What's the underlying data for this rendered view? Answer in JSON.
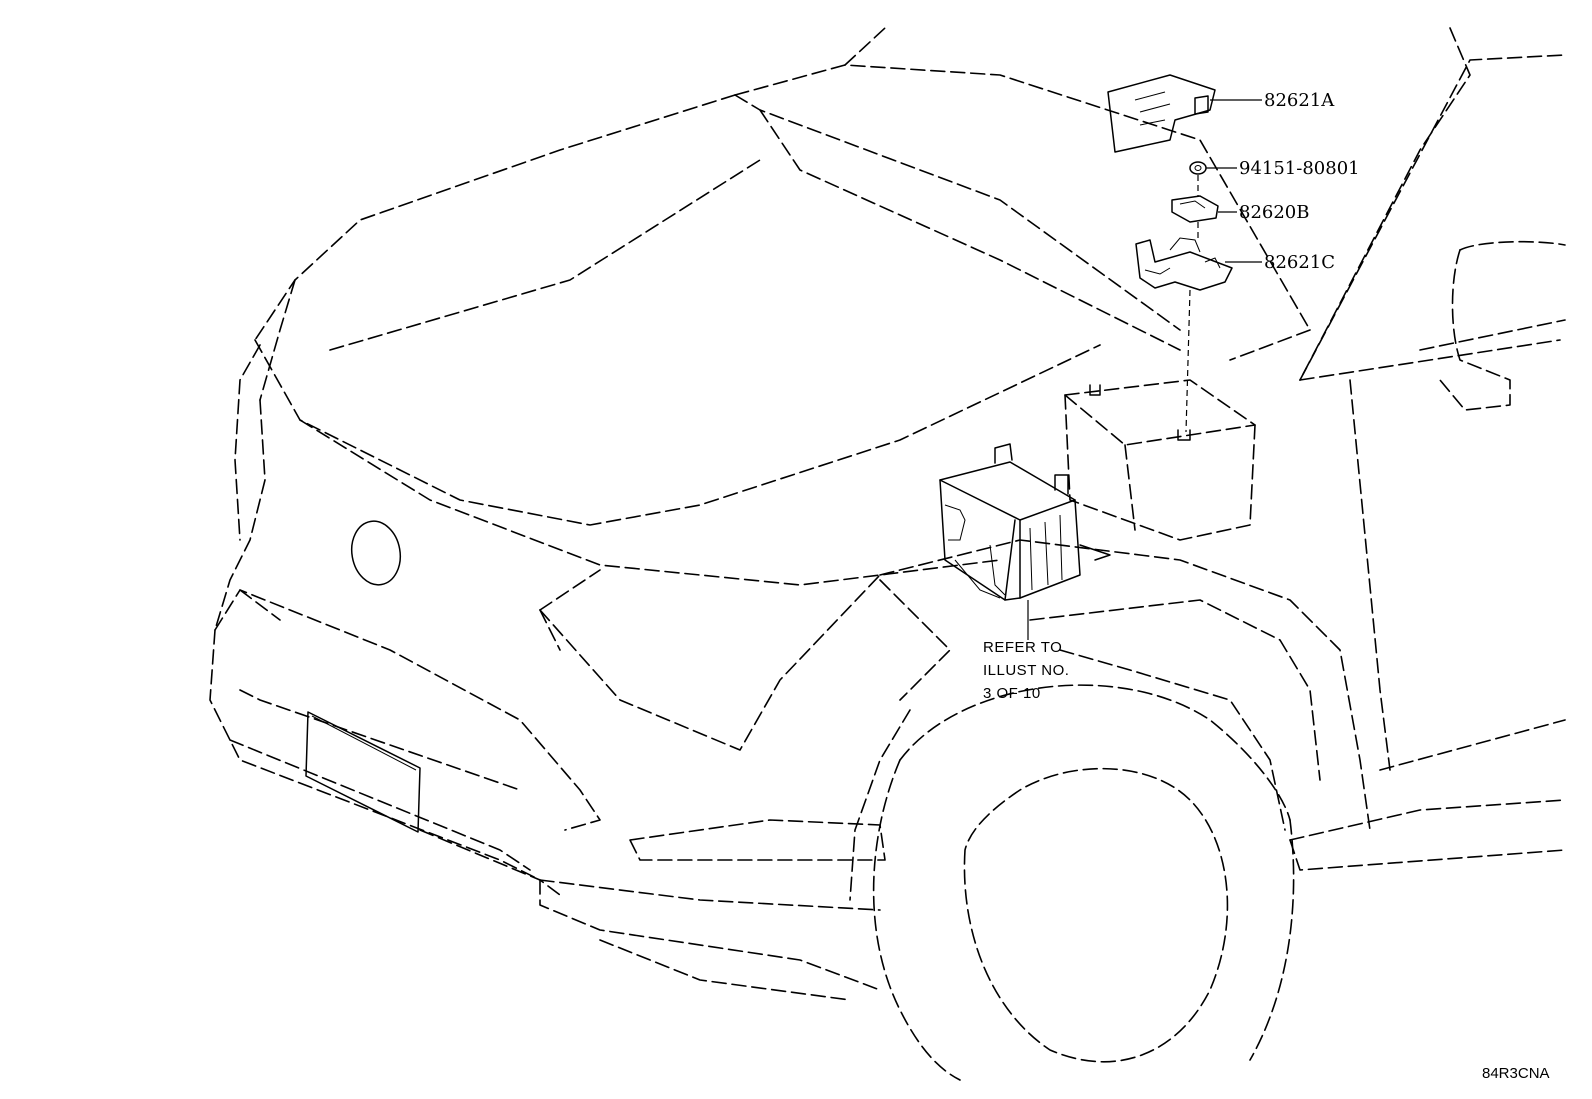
{
  "parts": {
    "part_1": "82621A",
    "part_2": "94151-80801",
    "part_3": "82620B",
    "part_4": "82621C"
  },
  "reference_note": {
    "line_1": "REFER TO",
    "line_2": "ILLUST NO.",
    "line_3": "3 OF 10"
  },
  "illustration_code": "84R3CNA"
}
